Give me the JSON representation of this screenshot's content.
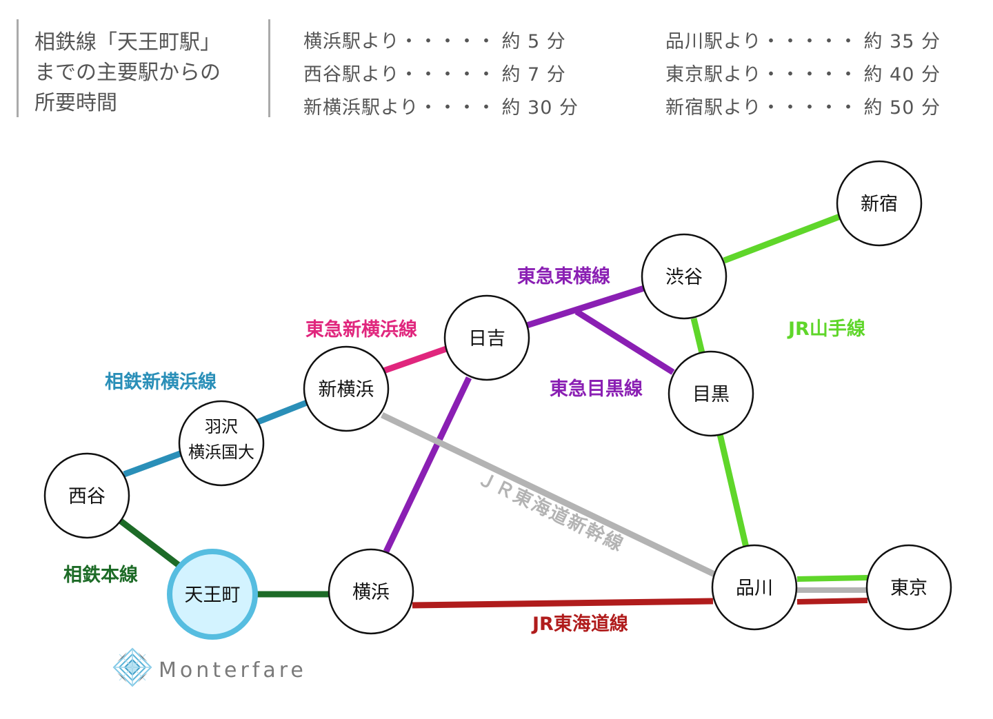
{
  "header": {
    "title_lines": [
      "相鉄線「天王町駅」",
      "までの主要駅からの",
      "所要時間"
    ],
    "times_left": [
      {
        "label": "横浜駅より・・・・・",
        "value": "約 5 分"
      },
      {
        "label": "西谷駅より・・・・・",
        "value": "約 7 分"
      },
      {
        "label": "新横浜駅より・・・・",
        "value": "約 30 分"
      }
    ],
    "times_right": [
      {
        "label": "品川駅より・・・・・",
        "value": "約 35 分"
      },
      {
        "label": "東京駅より・・・・・",
        "value": "約 40 分"
      },
      {
        "label": "新宿駅より・・・・・",
        "value": "約 50 分"
      }
    ]
  },
  "colors": {
    "sotetsu_main": "#1d6b27",
    "sotetsu_shinyokohama": "#2a8fb8",
    "tokyu_shinyokohama": "#e0267d",
    "tokyu": "#8a1fb3",
    "shinkansen": "#b3b3b3",
    "jr_tokaido": "#b01c1c",
    "jr_yamanote": "#5fd62a",
    "highlight_fill": "#d3f3ff",
    "highlight_border": "#56bde0"
  },
  "stations": {
    "nishiya": "西谷",
    "hazawa_line1": "羽沢",
    "hazawa_line2": "横浜国大",
    "tennocho": "天王町",
    "yokohama": "横浜",
    "shinyokohama": "新横浜",
    "hiyoshi": "日吉",
    "shibuya": "渋谷",
    "meguro": "目黒",
    "shinjuku": "新宿",
    "shinagawa": "品川",
    "tokyo": "東京"
  },
  "line_labels": {
    "sotetsu_main": "相鉄本線",
    "sotetsu_shinyokohama": "相鉄新横浜線",
    "tokyu_shinyokohama": "東急新横浜線",
    "tokyu_toyoko": "東急東横線",
    "tokyu_meguro": "東急目黒線",
    "jr_yamanote": "JR山手線",
    "shinkansen": "ＪＲ東海道新幹線",
    "jr_tokaido": "JR東海道線"
  },
  "logo": {
    "text": "Monterfare",
    "icon": "diamond-pattern-icon"
  }
}
